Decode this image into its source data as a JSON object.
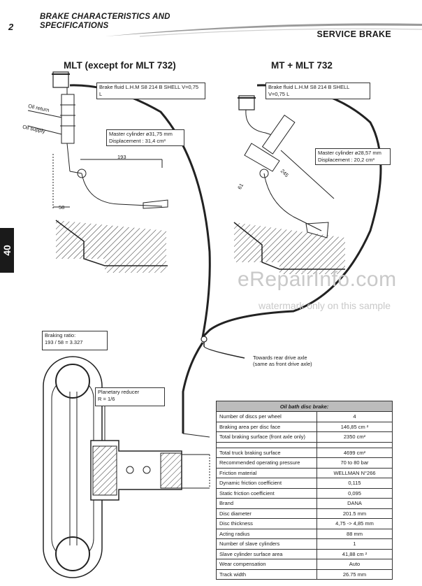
{
  "header": {
    "page_number": "2",
    "title_line1": "BRAKE CHARACTERISTICS AND",
    "title_line2": "SPECIFICATIONS",
    "section": "SERVICE BRAKE"
  },
  "side_tab": "40",
  "diagram_left": {
    "heading": "MLT (except for MLT 732)",
    "brake_fluid": "Brake fluid L.H.M S8 214 B SHELL V=0,75 L",
    "oil_return": "Oil return",
    "oil_supply": "Oil supply",
    "master_cylinder_line1": "Master cylinder ø31,75 mm",
    "master_cylinder_line2": "Displacement : 31,4 cm³",
    "dim_193": "193",
    "dim_58": "58"
  },
  "diagram_right": {
    "heading": "MT + MLT 732",
    "brake_fluid": "Brake fluid L.H.M S8 214 B SHELL V=0,75 L",
    "master_cylinder_line1": "Master cylinder ø28,57 mm",
    "master_cylinder_line2": "Displacement : 20,2 cm³",
    "dim_245": "245",
    "dim_61": "61"
  },
  "braking_ratio": {
    "line1": "Braking ratio:",
    "line2": "193 / 58 = 3.327"
  },
  "rear_axle_note": {
    "line1": "Towards rear drive axle",
    "line2": "(same as front drive axle)"
  },
  "planetary_reducer": {
    "line1": "Planetary reducer",
    "line2": "R = 1/6"
  },
  "watermark": {
    "brand": "eRepairInfo.com",
    "notice": "watermark only on this sample"
  },
  "spec_table": {
    "header": "Oil bath disc brake:",
    "rows": [
      {
        "label": "Number of discs per wheel",
        "value": "4"
      },
      {
        "label": "Braking area per disc face",
        "value": "146,85 cm ²"
      },
      {
        "label": "Total braking surface (front axle only)",
        "value": "2350 cm²"
      },
      {
        "label": "Total truck braking surface",
        "value": "4699 cm²"
      },
      {
        "label": "Recommended operating pressure",
        "value": "70 to 80 bar"
      },
      {
        "label": "Friction material",
        "value": "WELLMAN N°266"
      },
      {
        "label": "Dynamic friction coefficient",
        "value": "0,115"
      },
      {
        "label": "Static friction coefficient",
        "value": "0,095"
      },
      {
        "label": "Brand",
        "value": "DANA"
      },
      {
        "label": "Disc diameter",
        "value": "201.5 mm"
      },
      {
        "label": "Disc thickness",
        "value": "4,75 -> 4,85 mm"
      },
      {
        "label": "Acting radius",
        "value": "88 mm"
      },
      {
        "label": "Number of slave cylinders",
        "value": "1"
      },
      {
        "label": "Slave cylinder surface area",
        "value": "41,88 cm ²"
      },
      {
        "label": "Wear compensation",
        "value": "Auto"
      },
      {
        "label": "Track width",
        "value": "26.75 mm"
      }
    ]
  }
}
